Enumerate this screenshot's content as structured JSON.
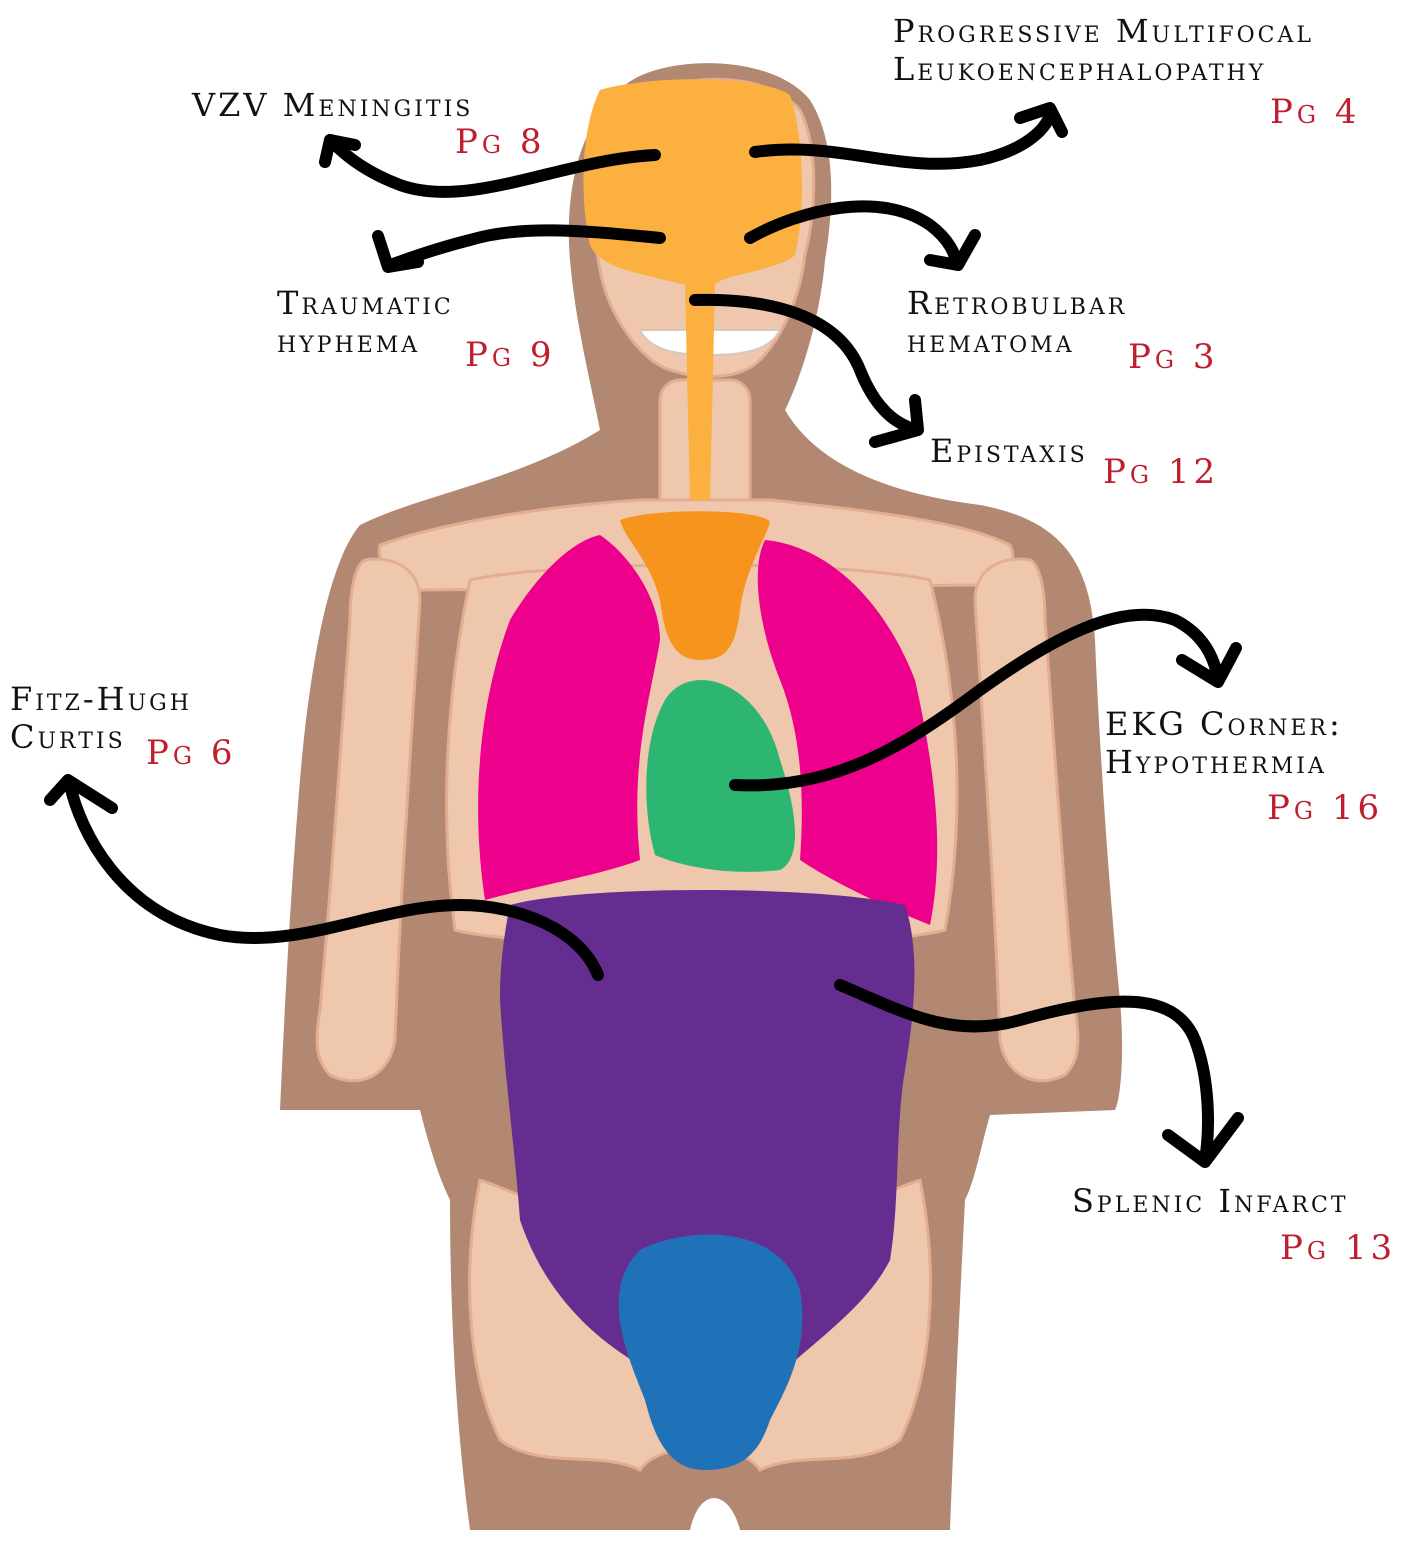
{
  "colors": {
    "skin": "#b38872",
    "bone": "#efc7ad",
    "bone_outline": "#e2ad90",
    "brain": "#fbb040",
    "esophagus": "#f7941d",
    "lungs": "#ec008c",
    "heart": "#2db672",
    "abdomen": "#662d91",
    "bladder": "#1f72b8",
    "arrow": "#000000",
    "page_ref": "#be1e2d"
  },
  "labels": {
    "vzv": {
      "title": "VZV Meningitis",
      "page": "Pg 8"
    },
    "pml": {
      "title_line1": "Progressive Multifocal",
      "title_line2": "Leukoencephalopathy",
      "page": "Pg 4"
    },
    "hyphema": {
      "title_line1": "Traumatic",
      "title_line2": "hyphema",
      "page": "Pg 9"
    },
    "retrobulbar": {
      "title_line1": "Retrobulbar",
      "title_line2": "hematoma",
      "page": "Pg 3"
    },
    "epistaxis": {
      "title": "Epistaxis",
      "page": "Pg 12"
    },
    "fitz": {
      "title_line1": "Fitz-Hugh",
      "title_line2": "Curtis",
      "page": "Pg 6"
    },
    "ekg": {
      "title_line1": "EKG Corner:",
      "title_line2": "Hypothermia",
      "page": "Pg 16"
    },
    "splenic": {
      "title": "Splenic Infarct",
      "page": "Pg 13"
    }
  }
}
